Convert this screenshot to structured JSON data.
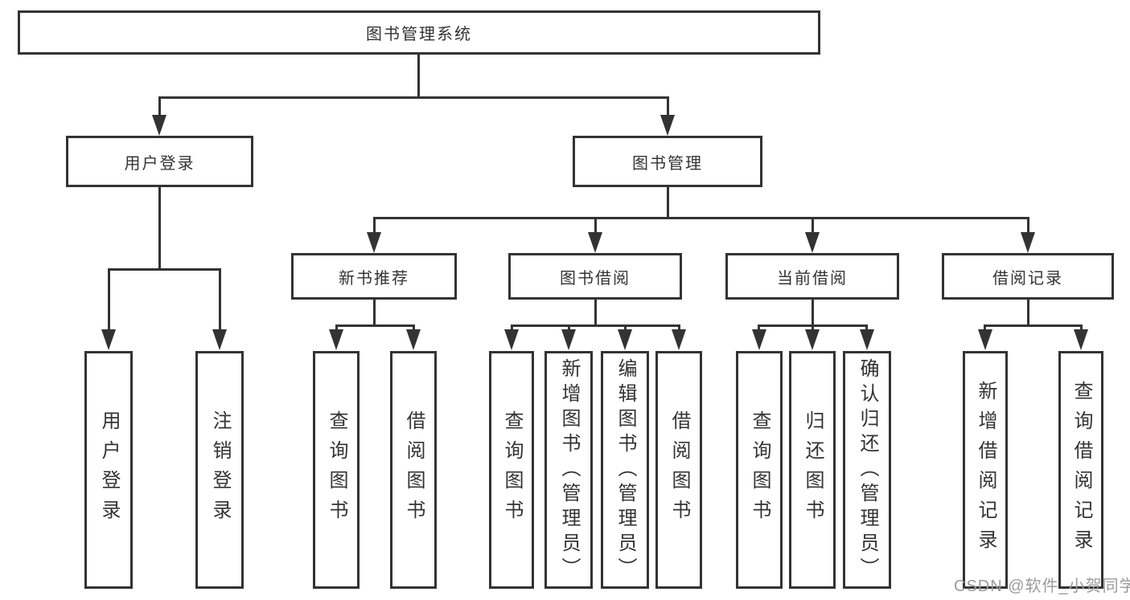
{
  "diagram": {
    "root": "图书管理系统",
    "level2": {
      "user_login": "用户登录",
      "book_mgmt": "图书管理"
    },
    "level3": {
      "new_book": "新书推荐",
      "book_borrow": "图书借阅",
      "current_borrow": "当前借阅",
      "borrow_records": "借阅记录"
    },
    "leaves": [
      "用户登录",
      "注销登录",
      "查询图书",
      "借阅图书",
      "查询图书",
      "新增图书（管理员）",
      "编辑图书（管理员）",
      "借阅图书",
      "查询图书",
      "归还图书",
      "确认归还（管理员）",
      "新增借阅记录",
      "查询借阅记录"
    ],
    "line_color": "#333333",
    "background_color": "#ffffff"
  },
  "watermark": "CSDN @软件_小贺同学"
}
